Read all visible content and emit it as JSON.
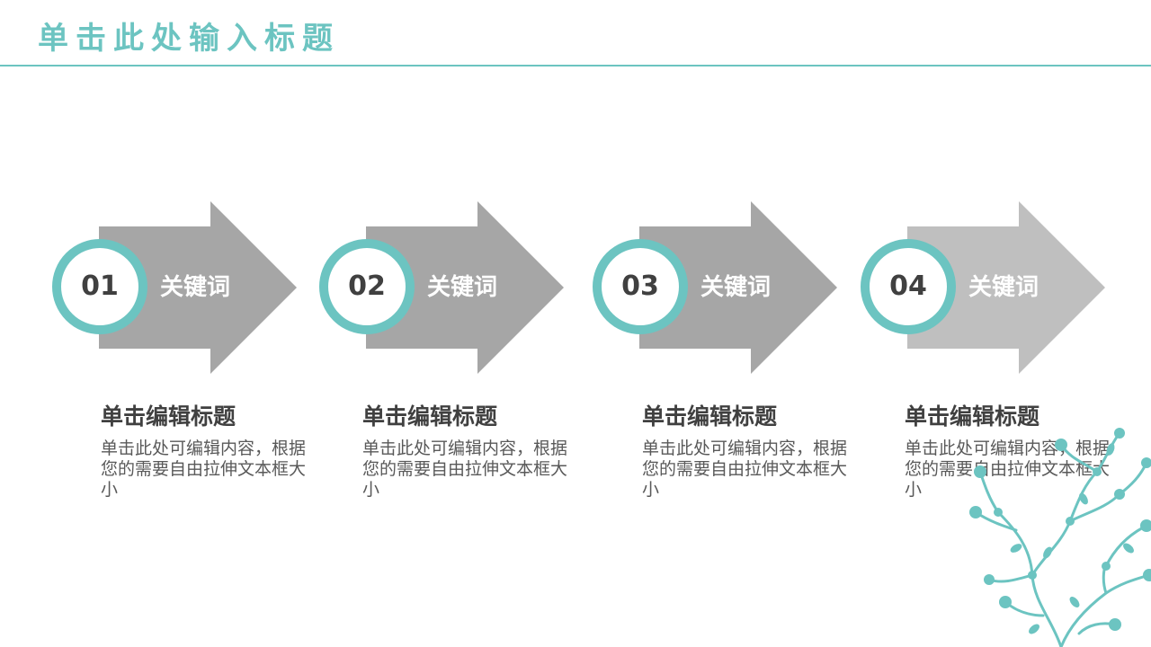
{
  "slide": {
    "title": "单击此处输入标题"
  },
  "accent_color": "#6cc4c1",
  "arrow_colors": [
    "#a6a6a6",
    "#a6a6a6",
    "#a6a6a6",
    "#bfbfbf"
  ],
  "steps": [
    {
      "number": "01",
      "keyword": "关键词",
      "heading": "单击编辑标题",
      "body": "单击此处可编辑内容，根据您的需要自由拉伸文本框大小"
    },
    {
      "number": "02",
      "keyword": "关键词",
      "heading": "单击编辑标题",
      "body": "单击此处可编辑内容，根据您的需要自由拉伸文本框大小"
    },
    {
      "number": "03",
      "keyword": "关键词",
      "heading": "单击编辑标题",
      "body": "单击此处可编辑内容，根据您的需要自由拉伸文本框大小"
    },
    {
      "number": "04",
      "keyword": "关键词",
      "heading": "单击编辑标题",
      "body": "单击此处可编辑内容，根据您的需要自由拉伸文本框大小"
    }
  ],
  "decoration": {
    "icon": "floral-branch-icon"
  }
}
